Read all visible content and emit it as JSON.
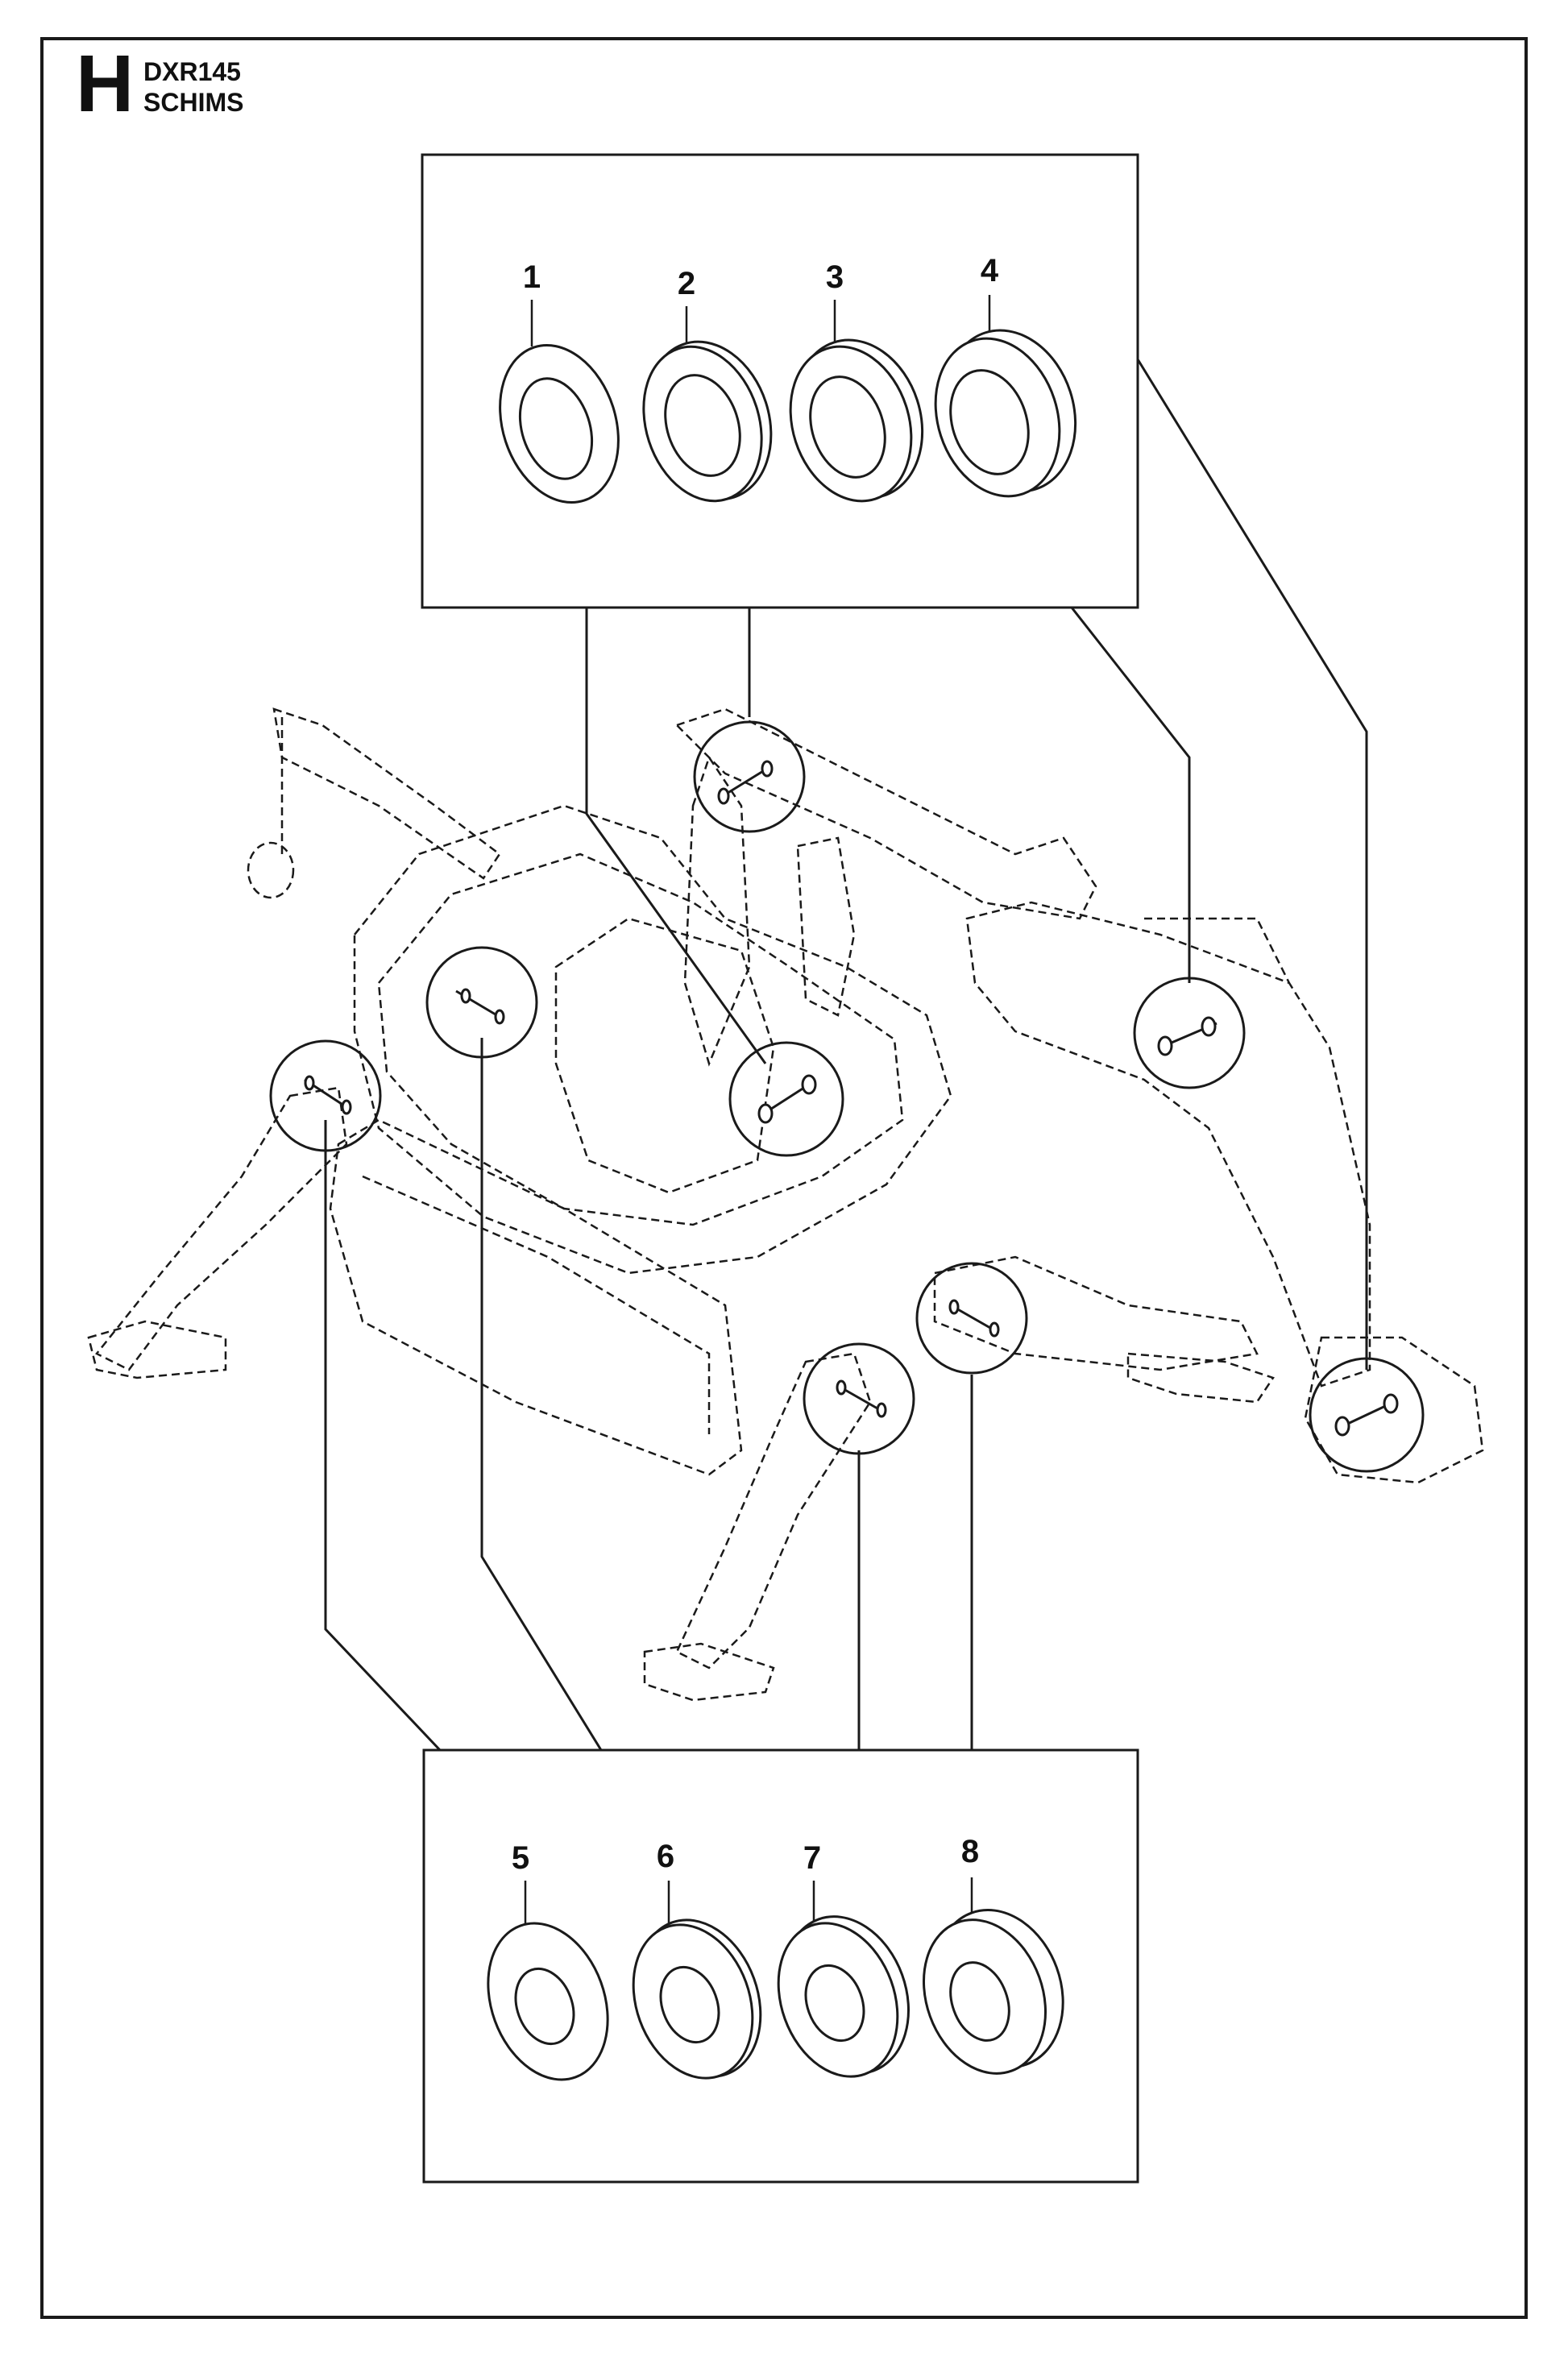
{
  "header": {
    "section_letter": "H",
    "model": "DXR145",
    "title": "SCHIMS"
  },
  "parts_top": [
    {
      "number": "1"
    },
    {
      "number": "2"
    },
    {
      "number": "3"
    },
    {
      "number": "4"
    }
  ],
  "parts_bottom": [
    {
      "number": "5"
    },
    {
      "number": "6"
    },
    {
      "number": "7"
    },
    {
      "number": "8"
    }
  ],
  "colors": {
    "line": "#1a1a1a",
    "background": "#ffffff"
  }
}
